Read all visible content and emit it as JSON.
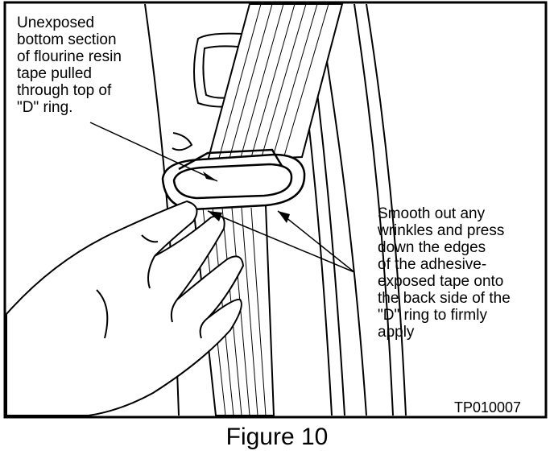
{
  "callouts": {
    "top_left": "Unexposed\nbottom section\nof flourine resin\ntape pulled\nthrough top of\n\"D\" ring.",
    "right": "Smooth out any\nwrinkles and press\ndown the edges\nof the adhesive-\nexposed tape onto\nthe back side of the\n\"D\" ring to firmly\napply"
  },
  "figure_id": "TP010007",
  "caption": "Figure 10",
  "colors": {
    "ink": "#000000",
    "paper": "#ffffff"
  }
}
